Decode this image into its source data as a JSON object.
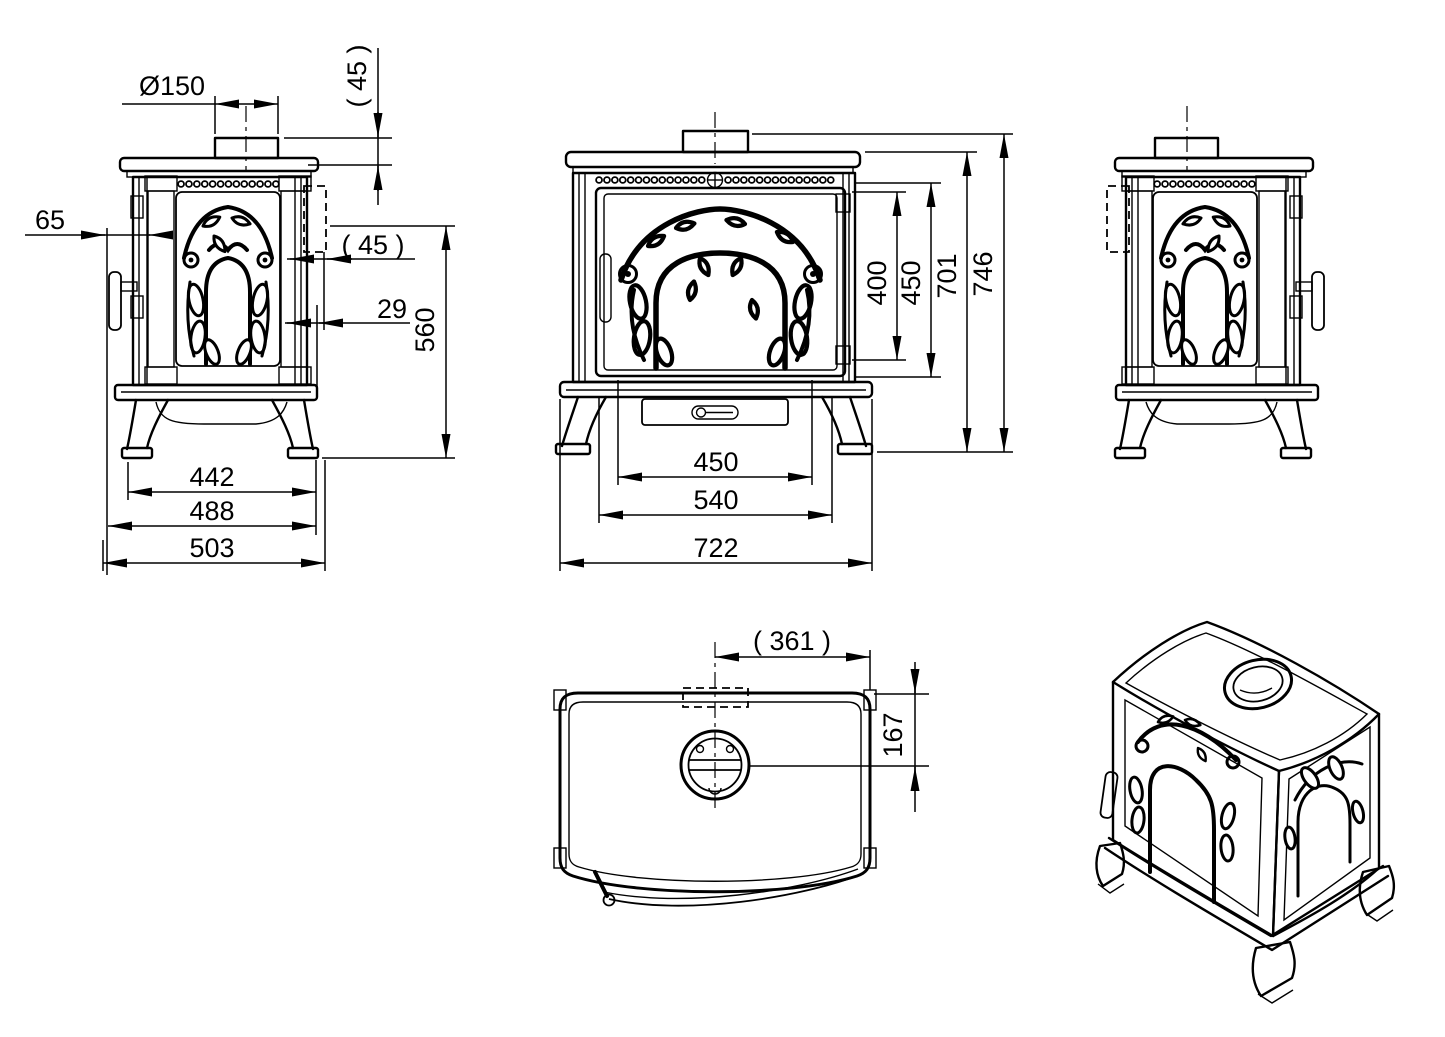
{
  "drawing": {
    "background_color": "#ffffff",
    "line_color": "#000000",
    "views": {
      "side_left": {
        "name": "left side elevation",
        "dims": {
          "flue_diameter": "Ø150",
          "collar_height": "( 45 )",
          "handle_clearance": "65",
          "rear_outlet_depth": "( 45 )",
          "rear_wall_offset": "29",
          "rear_flue_center_height": "560",
          "feet_depth": "442",
          "body_depth": "488",
          "overall_depth": "503"
        }
      },
      "front": {
        "name": "front elevation",
        "dims": {
          "glass_height": "400",
          "door_height": "450",
          "body_height": "701",
          "overall_height": "746",
          "firebox_width": "450",
          "base_width": "540",
          "overall_width": "722"
        }
      },
      "side_right": {
        "name": "right side elevation"
      },
      "top": {
        "name": "plan view",
        "dims": {
          "flue_center_from_side": "( 361 )",
          "flue_center_from_back": "167"
        }
      },
      "isometric": {
        "name": "isometric view"
      }
    }
  }
}
